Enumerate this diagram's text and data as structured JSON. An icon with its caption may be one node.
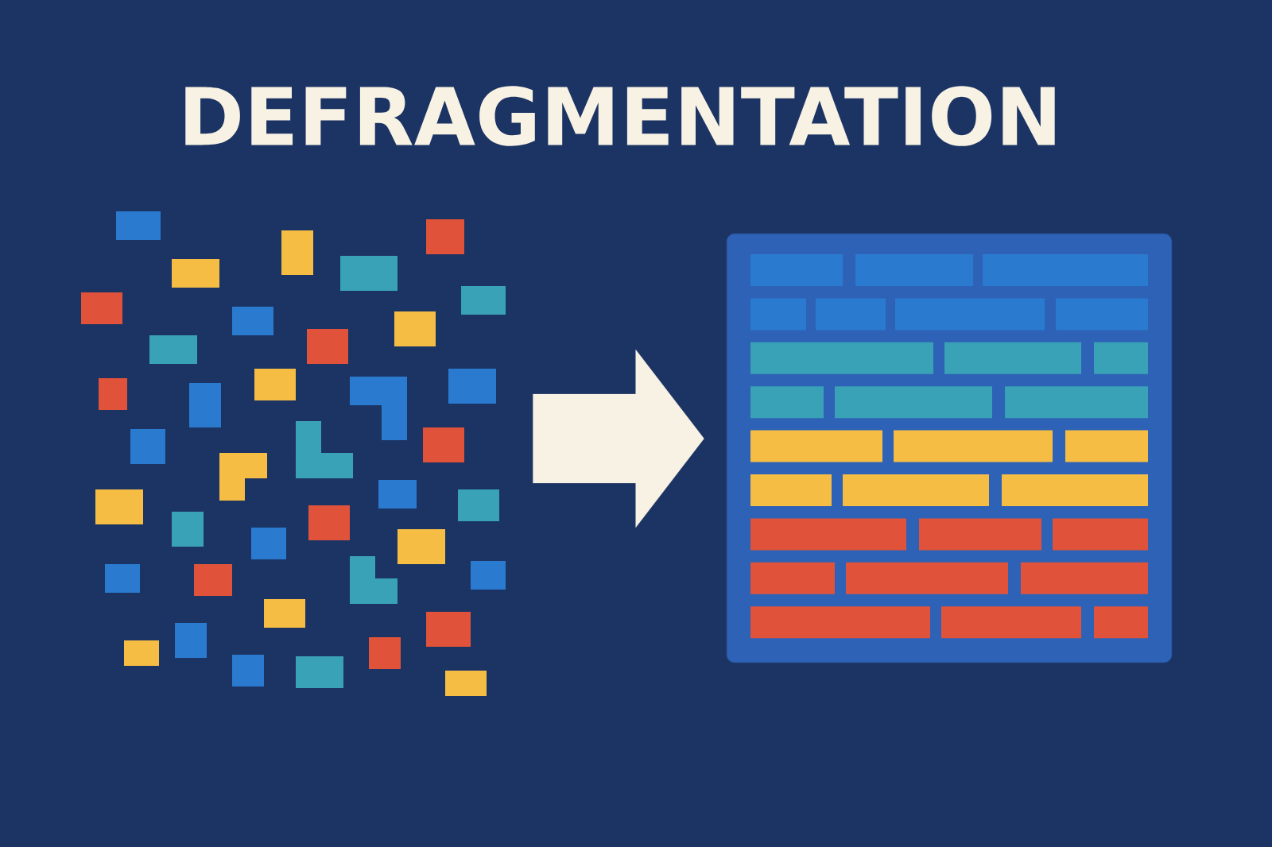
{
  "diagram": {
    "title": "DEFRAGMENTATION",
    "nodes": [
      {
        "text": [],
        "shape": "picture"
      },
      {
        "text": [],
        "shape": "picture"
      }
    ],
    "edges": [
      {
        "from": 0,
        "to": 1,
        "arrow": "to"
      }
    ]
  }
}
